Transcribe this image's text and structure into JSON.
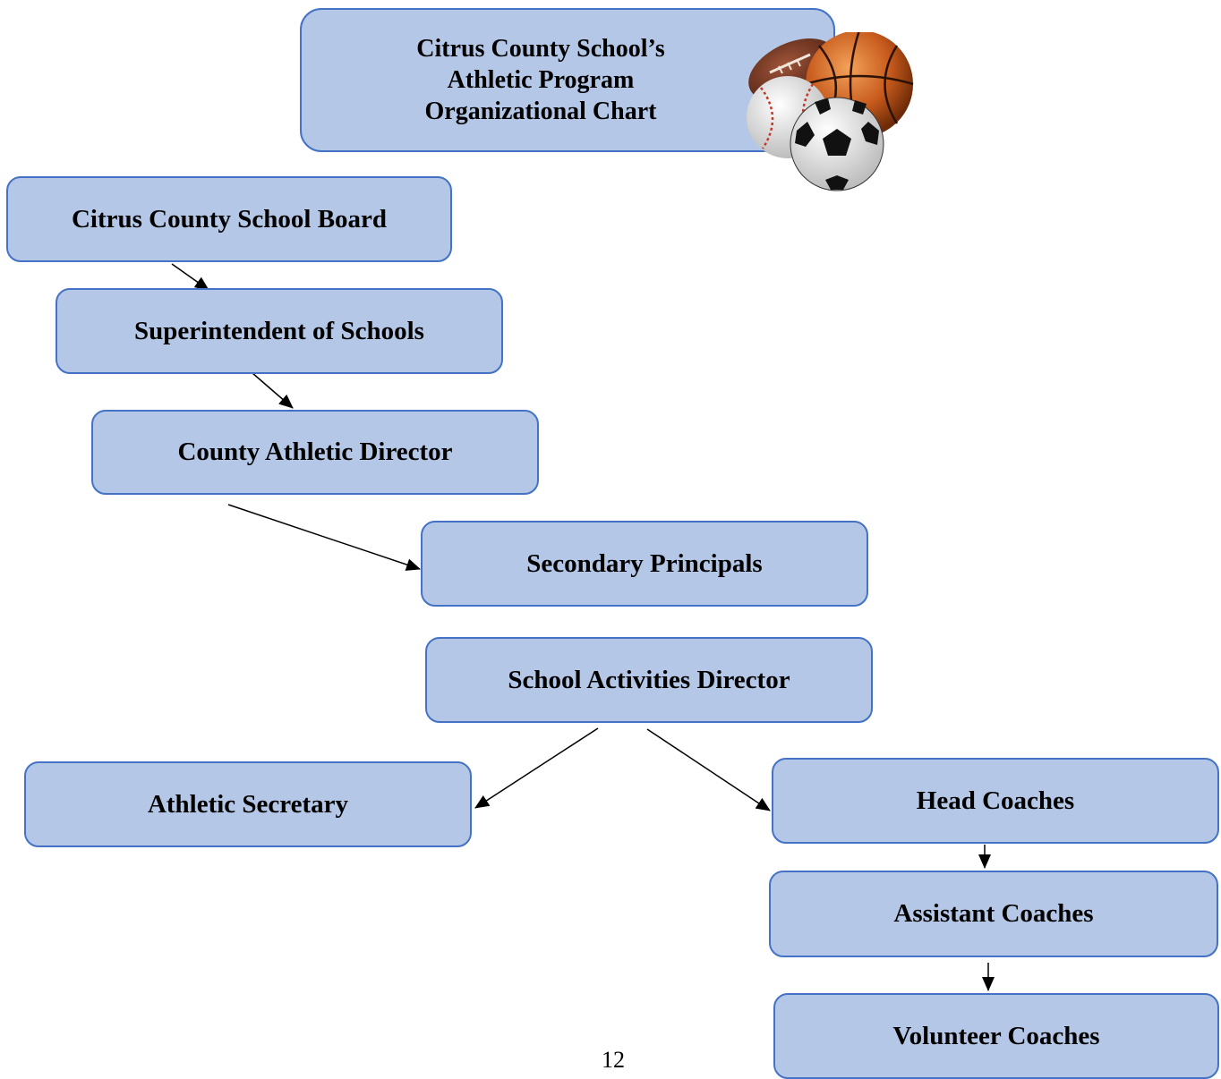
{
  "title": {
    "line1": "Citrus County School’s",
    "line2": "Athletic Program",
    "line3": "Organizational Chart"
  },
  "nodes": {
    "school_board": "Citrus County School Board",
    "superintendent": "Superintendent of Schools",
    "county_athletic_director": "County Athletic Director",
    "secondary_principals": "Secondary Principals",
    "school_activities_director": "School Activities Director",
    "athletic_secretary": "Athletic Secretary",
    "head_coaches": "Head Coaches",
    "assistant_coaches": "Assistant Coaches",
    "volunteer_coaches": "Volunteer Coaches"
  },
  "edges": [
    [
      "school_board",
      "superintendent"
    ],
    [
      "superintendent",
      "county_athletic_director"
    ],
    [
      "county_athletic_director",
      "secondary_principals"
    ],
    [
      "school_activities_director",
      "athletic_secretary"
    ],
    [
      "school_activities_director",
      "head_coaches"
    ],
    [
      "head_coaches",
      "assistant_coaches"
    ],
    [
      "assistant_coaches",
      "volunteer_coaches"
    ]
  ],
  "image": {
    "description_icon": "sports-balls-icon"
  },
  "colors": {
    "box_fill": "#b4c7e7",
    "box_border": "#4472c4",
    "text": "#000000"
  },
  "page_number": "12"
}
